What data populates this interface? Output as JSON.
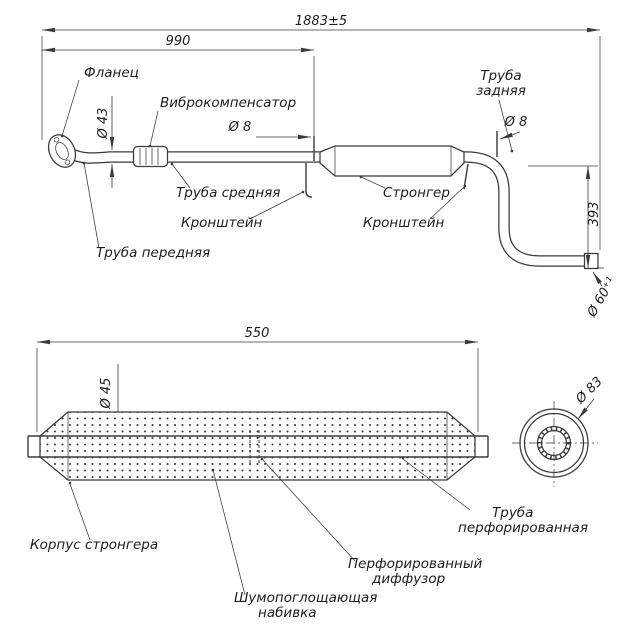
{
  "drawing": {
    "type": "technical-drawing",
    "subject": "exhaust-system-assembly-and-stronger-section"
  },
  "colors": {
    "line": "#3a3a3a",
    "background": "#ffffff"
  },
  "dims": {
    "overall": "1883±5",
    "front": "990",
    "flange_pipe_dia": "Ø 43",
    "rod_dia": "Ø 8",
    "rear_drop": "393",
    "tail_dia": "Ø 60⁺¹",
    "stronger_len": "550",
    "pipe_dia": "Ø 45",
    "shell_dia": "Ø 83"
  },
  "labels": {
    "flange": "Фланец",
    "vibro": "Виброкомпенсатор",
    "rear_pipe": [
      "Труба",
      "задняя"
    ],
    "middle_pipe": "Труба средняя",
    "stronger": "Стронгер",
    "bracket": "Кронштейн",
    "front_pipe": "Труба передняя",
    "stronger_body": "Корпус стронгера",
    "perforated_pipe": [
      "Труба",
      "перфорированная"
    ],
    "diffuser": [
      "Перфорированный",
      "диффузор"
    ],
    "stuffing": [
      "Шумопоглощающая",
      "набивка"
    ]
  }
}
